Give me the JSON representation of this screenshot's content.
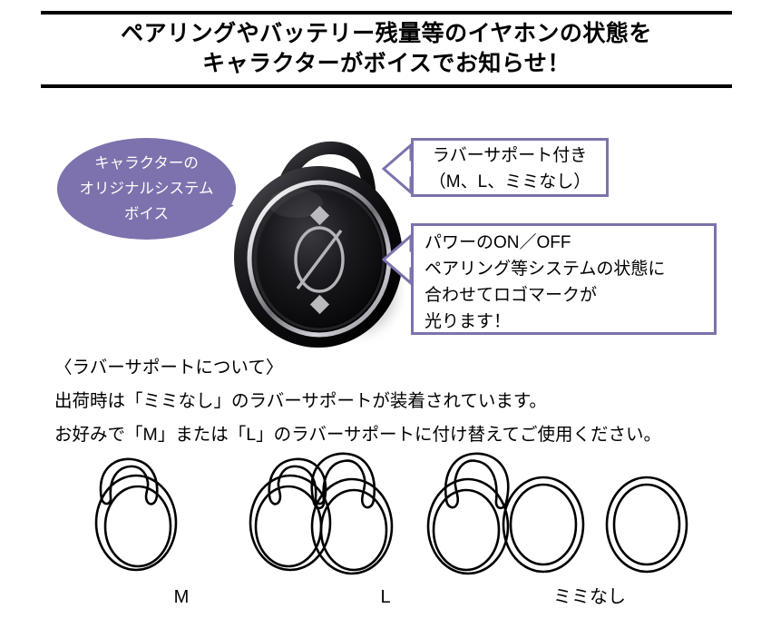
{
  "header": {
    "title": "ペアリングやバッテリー残量等のイヤホンの状態を\nキャラクターがボイスでお知らせ！"
  },
  "voice_bubble": {
    "text": "キャラクターの\nオリジナルシステム\nボイス",
    "fill_color": "#7d72ad",
    "text_color": "#ffffff"
  },
  "callouts": [
    {
      "name": "rubber-support",
      "text": "ラバーサポート付き\n（M、L、ミミなし）",
      "border_color": "#7d72ad"
    },
    {
      "name": "logo-light",
      "text": "パワーのON／OFF\nペアリング等システムの状態に\n合わせてロゴマークが\n光ります！",
      "border_color": "#7d72ad"
    }
  ],
  "product": {
    "logo_glyph": "Ø",
    "body_color": "#0b0b0d",
    "ring_color": "#d8d8dc"
  },
  "body_text": {
    "heading": "〈ラバーサポートについて〉",
    "lines": [
      "出荷時は「ミミなし」のラバーサポートが装着されています。",
      "お好みで「M」または「L」のラバーサポートに付け替えてご使用ください。"
    ]
  },
  "supports": {
    "labels": {
      "m": "M",
      "l": "L",
      "none": "ミミなし"
    },
    "stroke_color": "#000000"
  }
}
